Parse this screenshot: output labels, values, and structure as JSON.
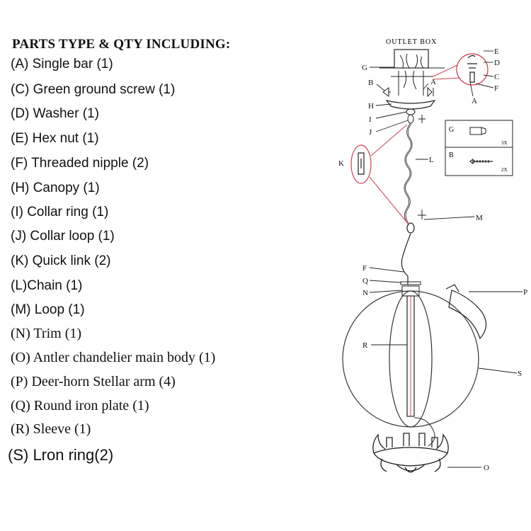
{
  "title": "PARTS TYPE & QTY INCLUDING:",
  "parts": [
    {
      "text": "(A)  Single bar (1)"
    },
    {
      "text": "(C) Green ground screw (1)"
    },
    {
      "text": "(D) Washer (1)"
    },
    {
      "text": "(E) Hex nut (1)"
    },
    {
      "text": "(F) Threaded nipple (2)"
    },
    {
      "text": "(H) Canopy (1)"
    },
    {
      "text": "(I) Collar ring (1)"
    },
    {
      "text": "(J) Collar loop (1)"
    },
    {
      "text": "(K) Quick link (2)"
    },
    {
      "text": "(L)Chain (1)"
    },
    {
      "text": "(M) Loop (1)"
    },
    {
      "text": "(N) Trim (1)"
    },
    {
      "text": "(O) Antler chandelier main body (1)"
    },
    {
      "text": "(P) Deer-horn Stellar arm (4)"
    },
    {
      "text": "(Q) Round iron plate (1)"
    },
    {
      "text": "(R) Sleeve (1)"
    },
    {
      "text": "(S)  Lron ring(2)"
    }
  ],
  "diagram": {
    "outlet_box": "OUTLET BOX",
    "labels": {
      "G": "G",
      "A": "A",
      "B": "B",
      "H": "H",
      "I": "I",
      "J": "J",
      "K": "K",
      "L": "L",
      "M": "M",
      "F": "F",
      "Q": "Q",
      "N": "N",
      "P": "P",
      "R": "R",
      "S": "S",
      "O": "O",
      "E": "E",
      "D": "D",
      "C": "C",
      "F2": "F",
      "A2": "A"
    },
    "legend": {
      "g_label": "G",
      "g_qty": "3X",
      "b_label": "B",
      "b_qty": "2X"
    }
  }
}
